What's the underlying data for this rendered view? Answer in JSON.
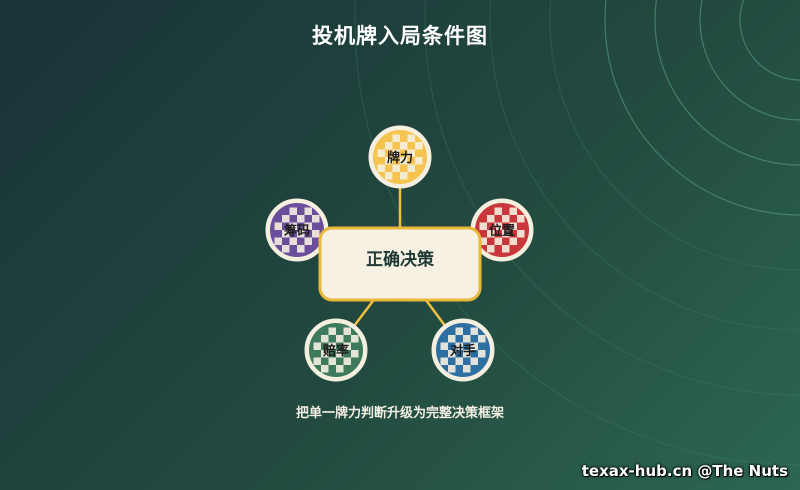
{
  "title": "投机牌入局条件图",
  "center": {
    "label": "正确决策"
  },
  "nodes": [
    {
      "id": "hand",
      "label": "牌力",
      "color": "#f4c44e"
    },
    {
      "id": "position",
      "label": "位置",
      "color": "#c9373a"
    },
    {
      "id": "opponent",
      "label": "对手",
      "color": "#2e6fa3"
    },
    {
      "id": "odds",
      "label": "赔率",
      "color": "#3e7a5c"
    },
    {
      "id": "chips",
      "label": "筹码",
      "color": "#6b4e9b"
    }
  ],
  "subtitle": "把单一牌力判断升级为完整决策框架",
  "watermark": "texax-hub.cn @The Nuts",
  "colors": {
    "connector": "#f0c040",
    "center_fill": "#f7f1e3",
    "center_border": "#e8b83a",
    "chip_text": "#1c1c1c"
  }
}
